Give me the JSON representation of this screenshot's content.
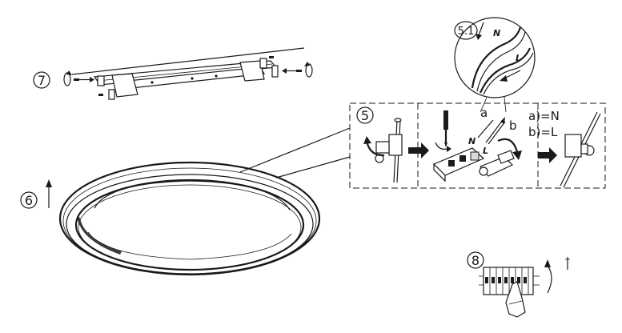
{
  "steps": {
    "step5": "5",
    "step51": "5.1",
    "step6": "6",
    "step7": "7",
    "step8": "8"
  },
  "wire_letters": {
    "n": "N",
    "l": "L"
  },
  "connector": {
    "a": "a",
    "b": "b",
    "legend_a": "a)=N",
    "legend_b": "b)=L",
    "terminal_n": "N",
    "terminal_l": "L"
  },
  "colors": {
    "ink": "#1a1a1a",
    "background": "#ffffff"
  }
}
